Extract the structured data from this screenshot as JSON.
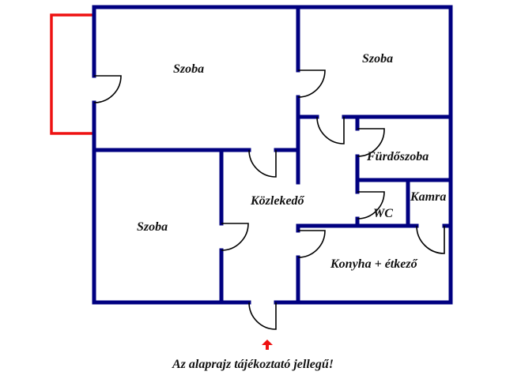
{
  "floorplan": {
    "rooms": [
      {
        "id": "room-top-left",
        "label": "Szoba"
      },
      {
        "id": "room-top-right",
        "label": "Szoba"
      },
      {
        "id": "room-bottom-left",
        "label": "Szoba"
      },
      {
        "id": "hallway",
        "label": "Közlekedő"
      },
      {
        "id": "bathroom",
        "label": "Fürdőszoba"
      },
      {
        "id": "wc",
        "label": "WC"
      },
      {
        "id": "pantry",
        "label": "Kamra"
      },
      {
        "id": "kitchen",
        "label": "Konyha + étkező"
      }
    ],
    "balcony": {
      "present": true
    },
    "entrance_arrow": "↑",
    "caption": "Az alaprajz tájékoztató jellegű!"
  },
  "colors": {
    "walls": "#000080",
    "doors": "#000000",
    "balcony": "#ee1111",
    "entrance_arrow": "#ee1111",
    "text": "#111111",
    "background": "#ffffff"
  }
}
